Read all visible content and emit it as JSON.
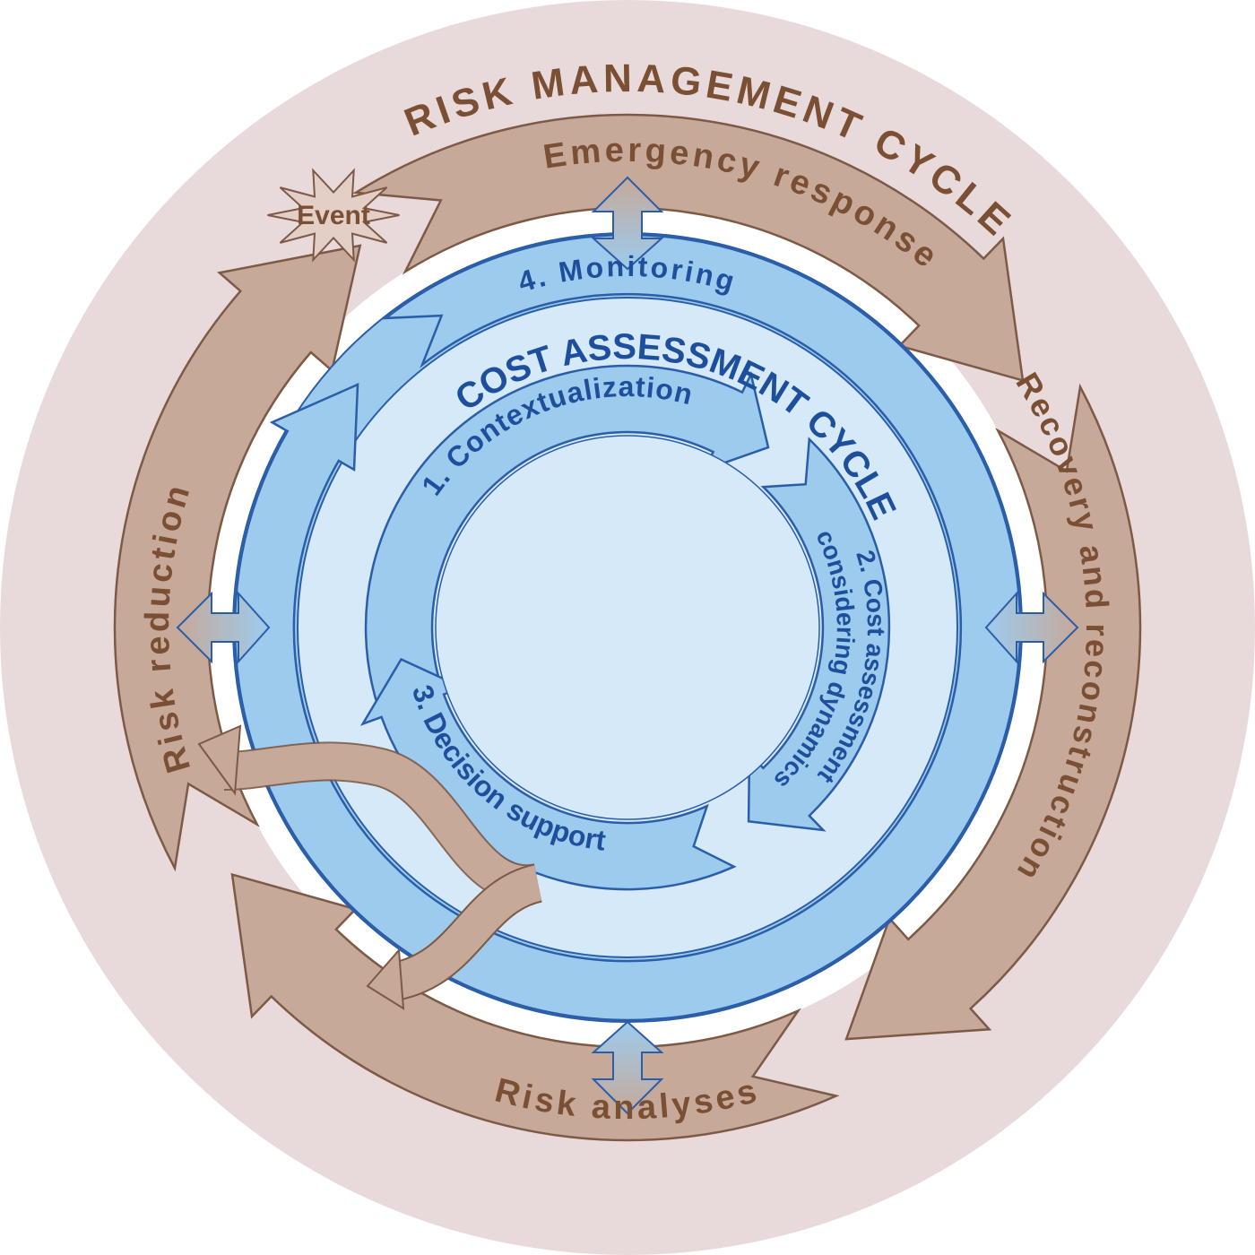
{
  "colors": {
    "outer_disk": "#e8dada",
    "brown_fill": "#c6a999",
    "brown_stroke": "#7d5a45",
    "brown_text": "#7a4f33",
    "blue_ring": "#9dcbee",
    "blue_light": "#d5e9f8",
    "blue_stroke": "#2b5ea8",
    "blue_text": "#1d4f9c"
  },
  "outer_cycle": {
    "title": "RISK MANAGEMENT CYCLE",
    "event": "Event",
    "phases": [
      "Emergency response",
      "Recovery and reconstruction",
      "Risk analyses",
      "Risk reduction"
    ]
  },
  "inner_cycle": {
    "title": "COST ASSESSMENT CYCLE",
    "monitoring": "4. Monitoring",
    "step1": "1. Contextualization",
    "step2_line1": "2. Cost assessment",
    "step2_line2": "considering dynamics",
    "step3": "3. Decision support"
  }
}
